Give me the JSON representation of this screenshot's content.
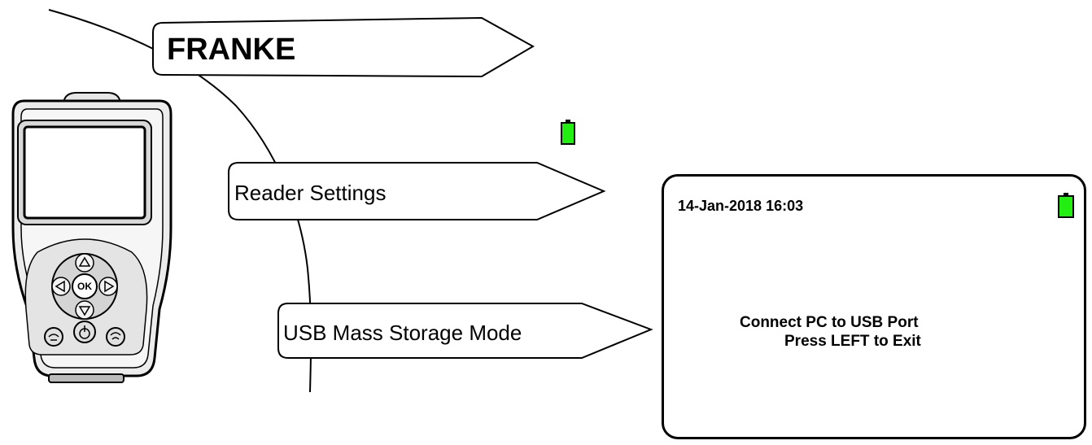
{
  "brand": {
    "name": "FRANKE"
  },
  "menu": {
    "items": [
      {
        "label": "Reader Settings"
      },
      {
        "label": "USB Mass Storage Mode"
      }
    ]
  },
  "device": {
    "center_button": "OK"
  },
  "screen": {
    "datetime": "14-Jan-2018 16:03",
    "message_line1": "Connect PC to USB Port",
    "message_line2": "Press LEFT to Exit"
  },
  "colors": {
    "battery_fill": "#22ee11",
    "outline": "#000000",
    "device_grey": "#d8d8d8",
    "background": "#ffffff"
  },
  "icons": {
    "battery": "battery-full-icon"
  }
}
